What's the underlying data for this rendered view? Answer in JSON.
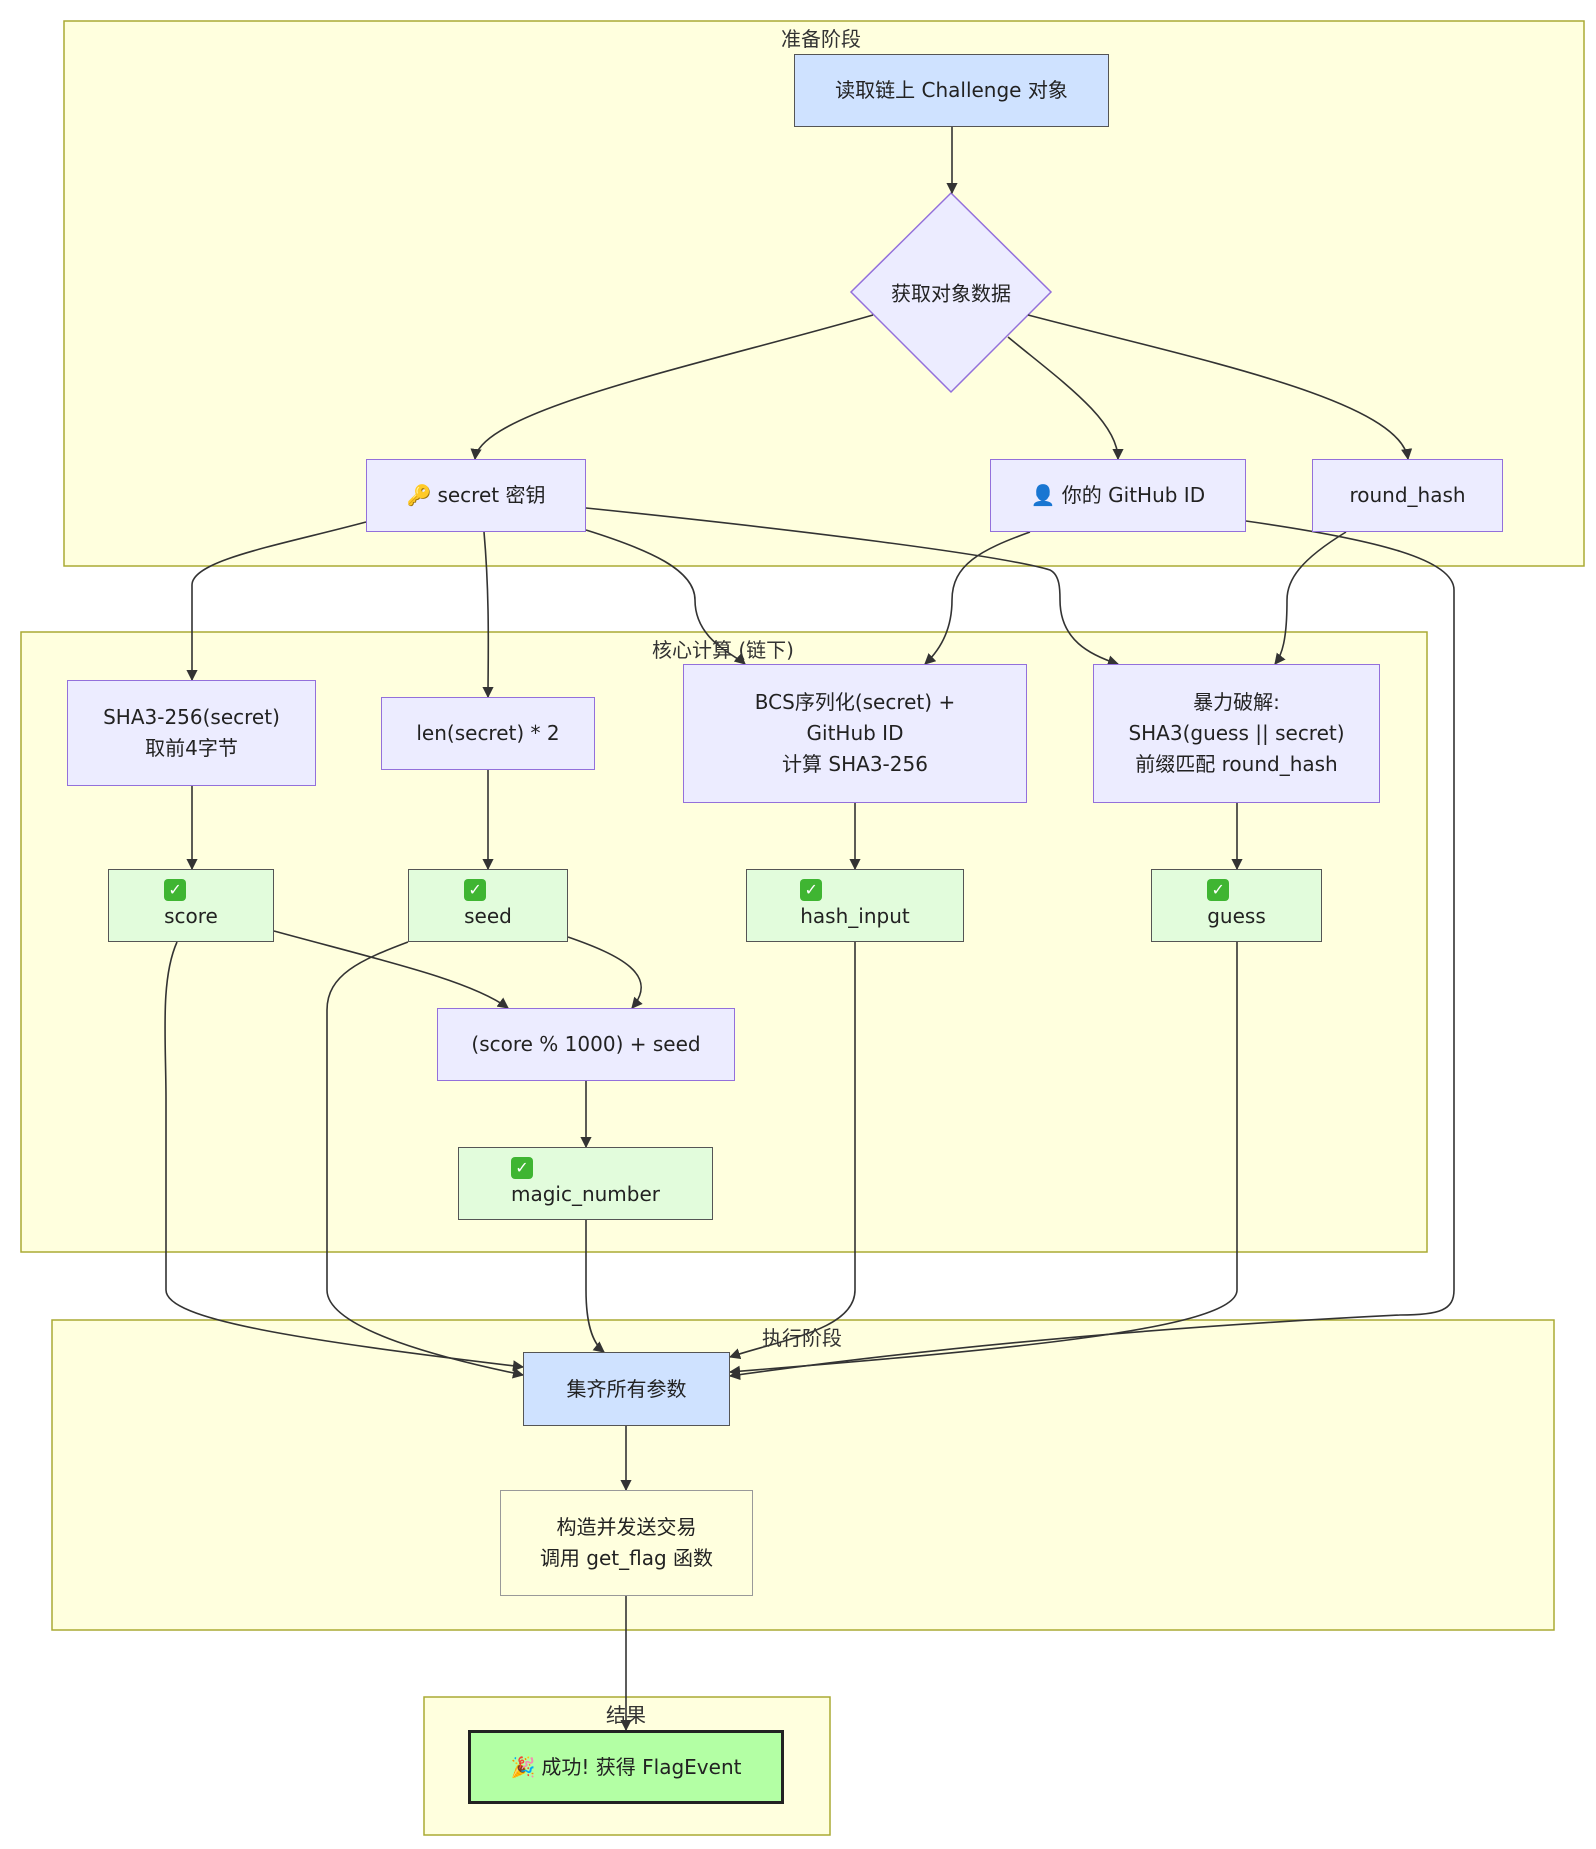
{
  "subgraphs": {
    "prep": "准备阶段",
    "core": "核心计算 (链下)",
    "exec": "执行阶段",
    "result": "结果"
  },
  "nodes": {
    "read_challenge": "读取链上 Challenge 对象",
    "fetch_data": "获取对象数据",
    "secret": "secret 密钥",
    "github_id": "你的 GitHub ID",
    "round_hash": "round_hash",
    "sha3_secret": [
      "SHA3-256(secret)",
      "取前4字节"
    ],
    "len_secret": "len(secret) * 2",
    "bcs": [
      "BCS序列化(secret) +",
      "GitHub ID",
      "计算 SHA3-256"
    ],
    "brute": [
      "暴力破解:",
      "SHA3(guess || secret)",
      "前缀匹配 round_hash"
    ],
    "score": "score",
    "seed": "seed",
    "hash_input": "hash_input",
    "guess": "guess",
    "magic_formula": "(score % 1000) + seed",
    "magic_number": "magic_number",
    "gather": "集齐所有参数",
    "send_tx": [
      "构造并发送交易",
      "调用 get_flag 函数"
    ],
    "success": "成功! 获得 FlagEvent"
  },
  "icons": {
    "secret": "key-icon",
    "github_id": "user-silhouette-icon",
    "check": "check-mark-icon",
    "success": "party-popper-icon"
  },
  "colors": {
    "subgraph_fill": "#FFFFDE",
    "subgraph_stroke": "#AAAA33",
    "node_default": "#ECECFF",
    "node_border": "#9370DB",
    "node_input": "#CFE2FF",
    "node_output": "#E2FCDC",
    "node_success": "#B3FFA4",
    "edge": "#333333"
  }
}
